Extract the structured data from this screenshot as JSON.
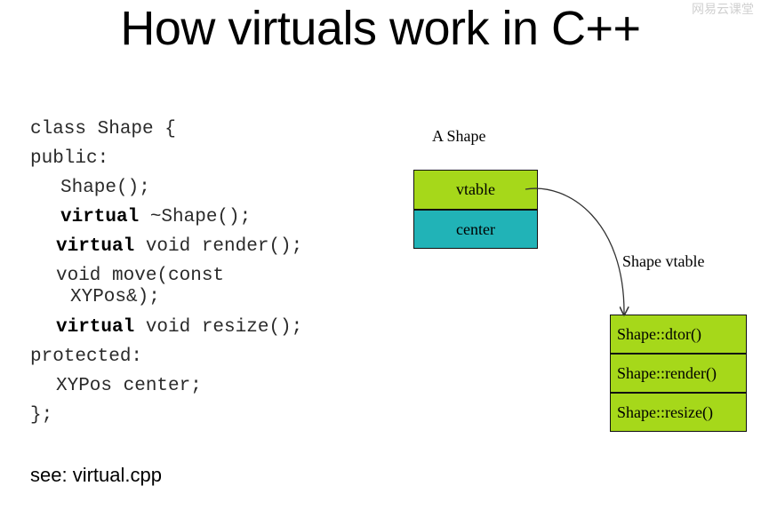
{
  "slide": {
    "title": "How virtuals work in C++",
    "watermark": "网易云课堂"
  },
  "code": {
    "lines": [
      {
        "segments": [
          {
            "text": "class Shape {",
            "bold": false
          }
        ]
      },
      {
        "segments": [
          {
            "text": "public:",
            "bold": false
          }
        ]
      },
      {
        "segments": [
          {
            "text": "Shape();",
            "bold": false
          }
        ]
      },
      {
        "segments": [
          {
            "text": "virtual",
            "bold": true
          },
          {
            "text": " ~Shape();",
            "bold": false
          }
        ]
      },
      {
        "segments": [
          {
            "text": "virtual",
            "bold": true
          },
          {
            "text": " void render();",
            "bold": false
          }
        ]
      },
      {
        "segments": [
          {
            "text": "void move(const",
            "bold": false
          }
        ]
      },
      {
        "segments": [
          {
            "text": "XYPos&);",
            "bold": false
          }
        ]
      },
      {
        "segments": [
          {
            "text": "virtual",
            "bold": true
          },
          {
            "text": " void resize();",
            "bold": false
          }
        ]
      },
      {
        "segments": [
          {
            "text": "protected:",
            "bold": false
          }
        ]
      },
      {
        "segments": [
          {
            "text": "XYPos center;",
            "bold": false
          }
        ]
      },
      {
        "segments": [
          {
            "text": "};",
            "bold": false
          }
        ]
      }
    ]
  },
  "footer": {
    "see_note": "see: virtual.cpp"
  },
  "diagram": {
    "object_label": "A Shape",
    "object_fields": [
      "vtable",
      "center"
    ],
    "vtable_label": "Shape vtable",
    "vtable_entries": [
      "Shape::dtor()",
      "Shape::render()",
      "Shape::resize()"
    ],
    "colors": {
      "lime": "#a6d81a",
      "teal": "#21b3b7",
      "border": "#111111"
    }
  }
}
